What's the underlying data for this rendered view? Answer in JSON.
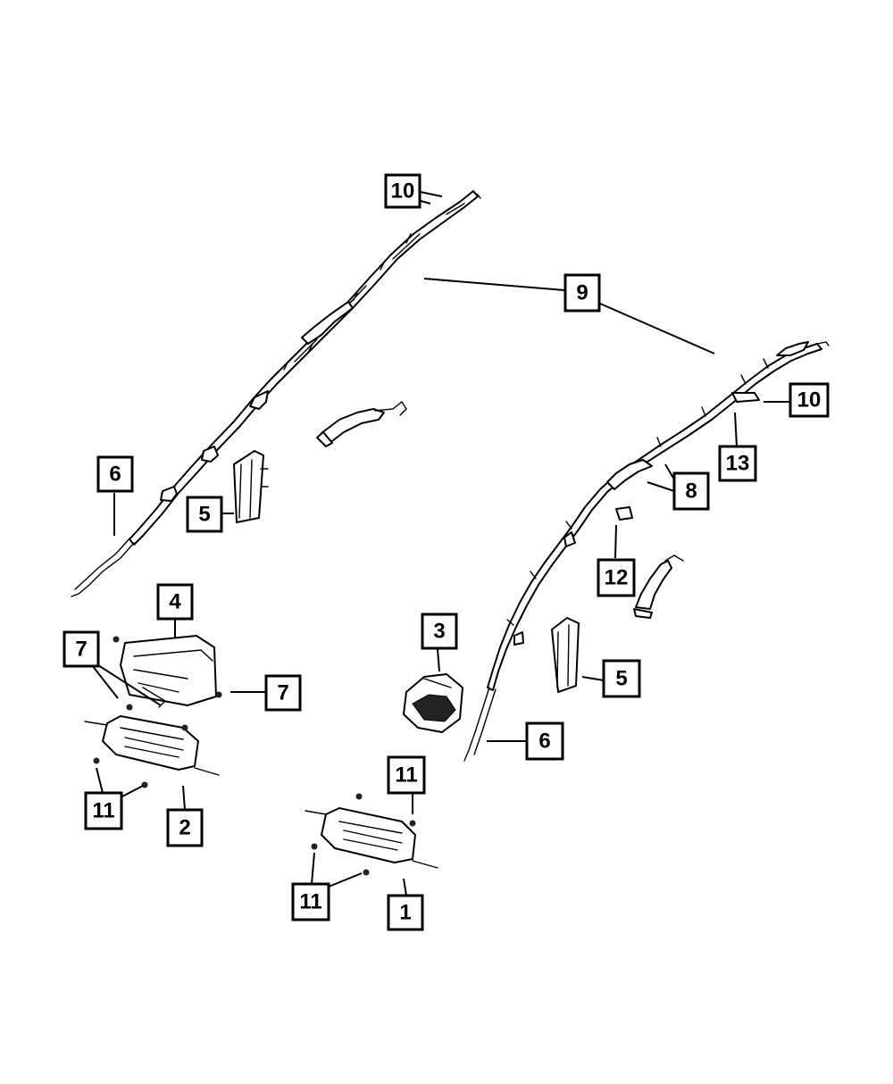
{
  "callouts": {
    "c1": "1",
    "c2": "2",
    "c3": "3",
    "c4": "4",
    "c5a": "5",
    "c5b": "5",
    "c6a": "6",
    "c6b": "6",
    "c7a": "7",
    "c7b": "7",
    "c8": "8",
    "c9": "9",
    "c10a": "10",
    "c10b": "10",
    "c11a": "11",
    "c11b": "11",
    "c11c": "11",
    "c12": "12",
    "c13": "13"
  },
  "colors": {
    "line": "#000000",
    "background": "#ffffff"
  }
}
